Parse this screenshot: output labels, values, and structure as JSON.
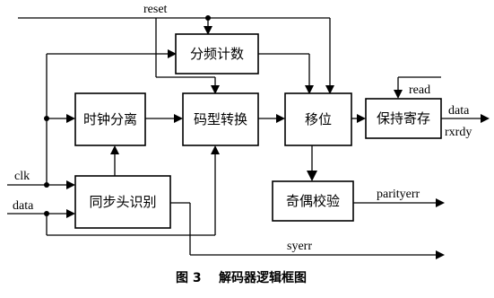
{
  "blocks": {
    "freq_divider": "分频计数",
    "clock_separation": "时钟分离",
    "code_conversion": "码型转换",
    "shift": "移位",
    "hold_register": "保持寄存",
    "parity_check": "奇偶校验",
    "sync_header_detect": "同步头识别"
  },
  "signals": {
    "reset": "reset",
    "read": "read",
    "data_out": "data",
    "rxrdy": "rxrdy",
    "clk": "clk",
    "data_in": "data",
    "parityerr": "parityerr",
    "syerr": "syerr"
  },
  "caption": {
    "figure_no": "图 3",
    "title": "解码器逻辑框图"
  }
}
